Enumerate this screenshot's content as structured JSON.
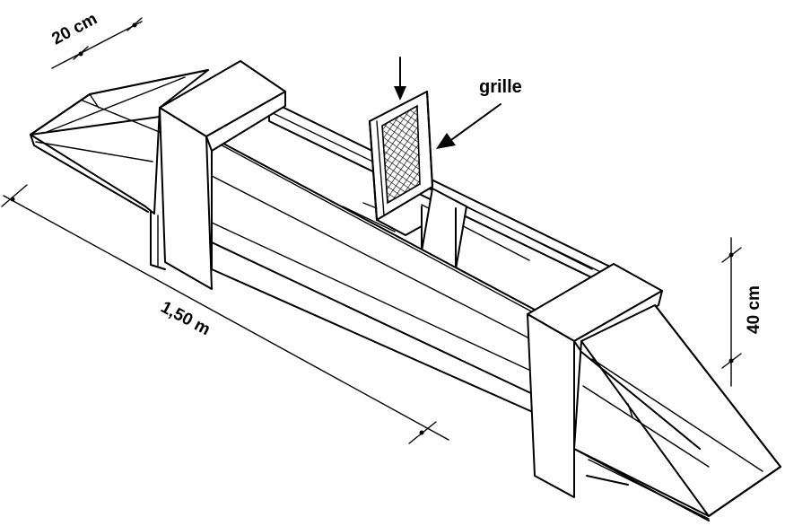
{
  "diagram": {
    "labels": {
      "grille": "grille",
      "width_dimension": "20 cm",
      "length_dimension": "1,50 m",
      "height_dimension": "40 cm"
    },
    "colors": {
      "ink": "#000000",
      "background": "#ffffff"
    }
  }
}
